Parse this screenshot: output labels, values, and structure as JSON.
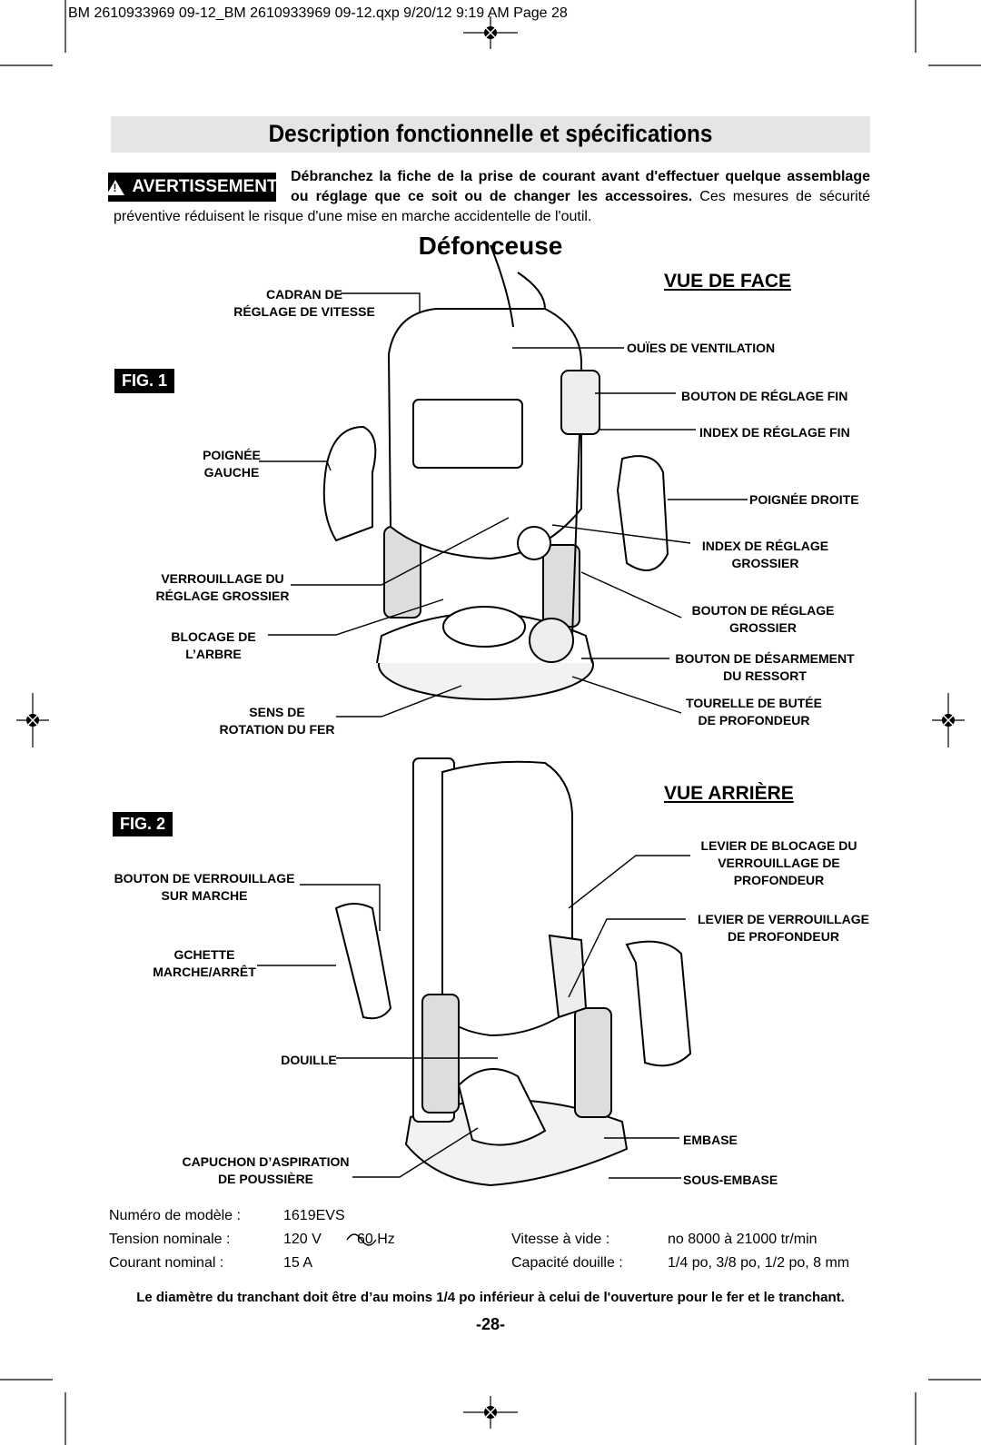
{
  "header": "BM 2610933969 09-12_BM 2610933969 09-12.qxp  9/20/12  9:19 AM  Page 28",
  "title": "Description fonctionnelle et spécifications",
  "warning": {
    "badge": "AVERTISSEMENT",
    "line1": "Débranchez la fiche de la prise de courant avant d'effectuer quelque assemblage",
    "line2_bold": "ou réglage que ce soit ou de changer les accessoires.",
    "line2_rest": " Ces mesures de sécurité",
    "line3": "préventive réduisent le risque d'une mise en marche accidentelle de l'outil."
  },
  "subtitle": "Défonceuse",
  "fig1": {
    "tag": "FIG. 1",
    "view": "VUE DE FACE",
    "labels": {
      "cadran": "CADRAN DE\nRÉGLAGE DE VITESSE",
      "ouies": "OUÏES DE VENTILATION",
      "bouton_fin": "BOUTON DE RÉGLAGE FIN",
      "index_fin": "INDEX DE RÉGLAGE FIN",
      "poignee_gauche": "POIGNÉE\nGAUCHE",
      "poignee_droite": "POIGNÉE DROITE",
      "index_grossier": "INDEX DE RÉGLAGE\nGROSSIER",
      "verrouillage": "VERROUILLAGE DU\nRÉGLAGE GROSSIER",
      "bouton_grossier": "BOUTON DE RÉGLAGE\nGROSSIER",
      "blocage": "BLOCAGE DE\nL’ARBRE",
      "desarmement": "BOUTON DE DÉSARMEMENT\nDU RESSORT",
      "sens": "SENS DE\nROTATION DU FER",
      "tourelle": "TOURELLE DE BUTÉE\nDE PROFONDEUR"
    }
  },
  "fig2": {
    "tag": "FIG. 2",
    "view": "VUE ARRIÈRE",
    "labels": {
      "levier_blocage": "LEVIER DE BLOCAGE DU\nVERROUILLAGE DE\nPROFONDEUR",
      "bouton_verrouillage": "BOUTON DE VERROUILLAGE\nSUR MARCHE",
      "levier_verrouillage": "LEVIER DE VERROUILLAGE\nDE PROFONDEUR",
      "gachette": "GCHETTE\nMARCHE/ARRÊT",
      "douille": "DOUILLE",
      "embase": "EMBASE",
      "capuchon": "CAPUCHON D’ASPIRATION\nDE POUSSIÈRE",
      "sous_embase": "SOUS-EMBASE"
    }
  },
  "specs": {
    "model_label": "Numéro de modèle :",
    "model_value": "1619EVS",
    "voltage_label": "Tension nominale :",
    "voltage_value_a": "120 V",
    "voltage_value_b": "60 Hz",
    "current_label": "Courant nominal :",
    "current_value": "15 A",
    "speed_label": "Vitesse à vide :",
    "speed_value": "no 8000 à 21000 tr/min",
    "collet_label": "Capacité douille :",
    "collet_value": "1/4 po, 3/8 po, 1/2 po, 8 mm"
  },
  "note": "Le diamètre du tranchant doit être d’au moins 1/4 po inférieur à celui de l'ouverture pour le fer et le tranchant.",
  "page_number": "-28-"
}
